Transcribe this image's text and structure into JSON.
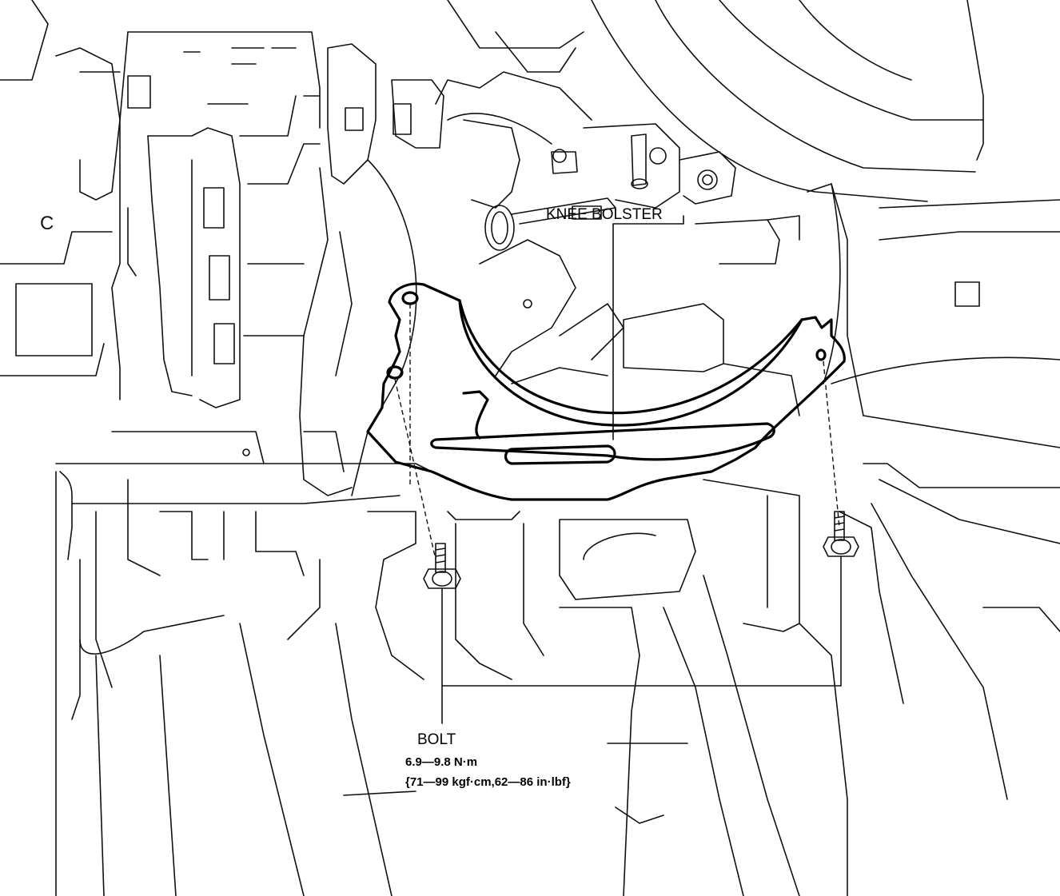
{
  "labels": {
    "knee_bolster": "KNEE BOLSTER",
    "bolt": "BOLT",
    "torque_nm": "6.9—9.8 N·m",
    "torque_alt": "{71—99 kgf·cm,62—86 in·lbf}"
  },
  "symbol": "C"
}
